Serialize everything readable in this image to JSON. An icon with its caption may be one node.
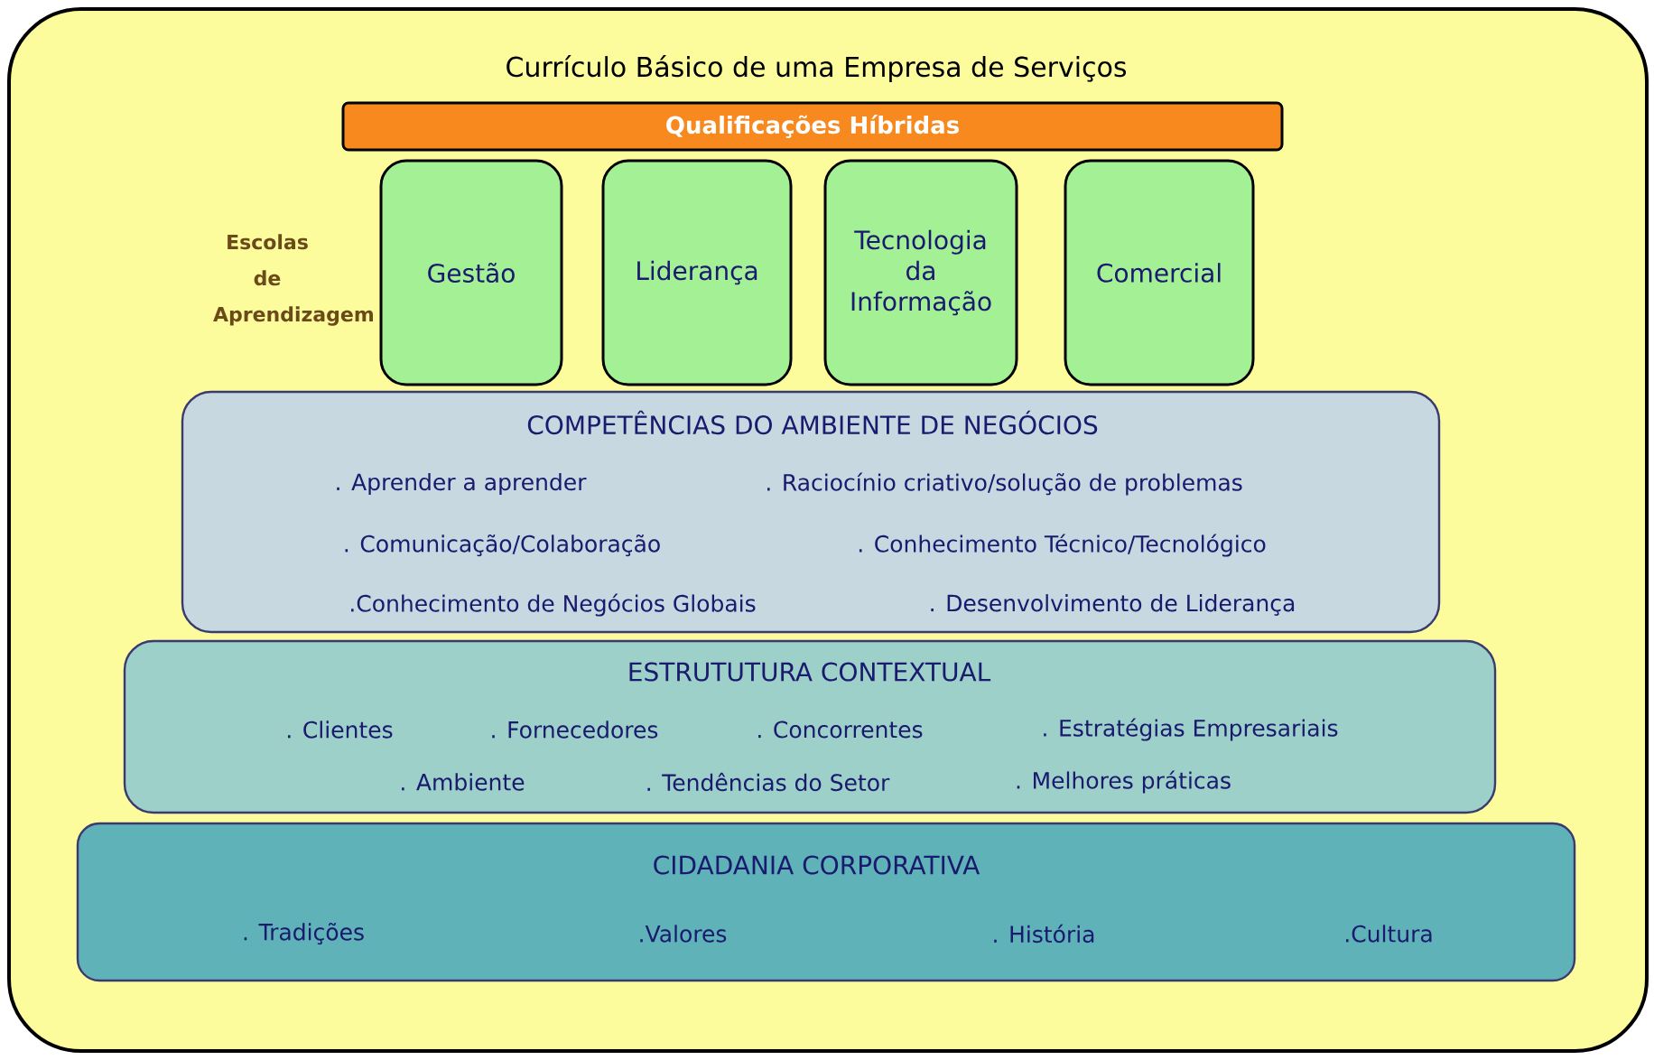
{
  "diagram": {
    "nodes": [
      {
        "text": [
          "Currículo Básico de uma Empresa de Serviços"
        ]
      },
      {
        "text": [
          "Qualificações Híbridas"
        ],
        "in": 0
      },
      {
        "text": [
          "Gestão"
        ],
        "in": 0
      },
      {
        "text": [
          "Liderança"
        ],
        "in": 0
      },
      {
        "text": [
          "Tecnologia da Informação"
        ],
        "in": 0
      },
      {
        "text": [
          "Comercial"
        ],
        "in": 0
      },
      {
        "text": [
          "COMPETÊNCIAS DO AMBIENTE DE NEGÓCIOS",
          ". Aprender a aprender",
          ". Raciocínio criativo/solução de problemas",
          ". Comunicação/Colaboração",
          ". Conhecimento Técnico/Tecnológico",
          ".Conhecimento de Negócios Globais",
          ". Desenvolvimento de Liderança"
        ],
        "in": 0
      },
      {
        "text": [
          "ESTRUTUTURA CONTEXTUAL",
          ". Clientes",
          ". Fornecedores",
          ". Concorrentes",
          ". Estratégias Empresariais",
          ". Ambiente",
          ". Tendências do Setor",
          ". Melhores práticas"
        ],
        "in": 0
      },
      {
        "text": [
          "CIDADANIA CORPORATIVA",
          ". Tradições",
          ".Valores",
          ". História",
          ".Cultura"
        ],
        "in": 0
      }
    ],
    "labels": [
      "Escolas de Aprendizagem"
    ]
  }
}
